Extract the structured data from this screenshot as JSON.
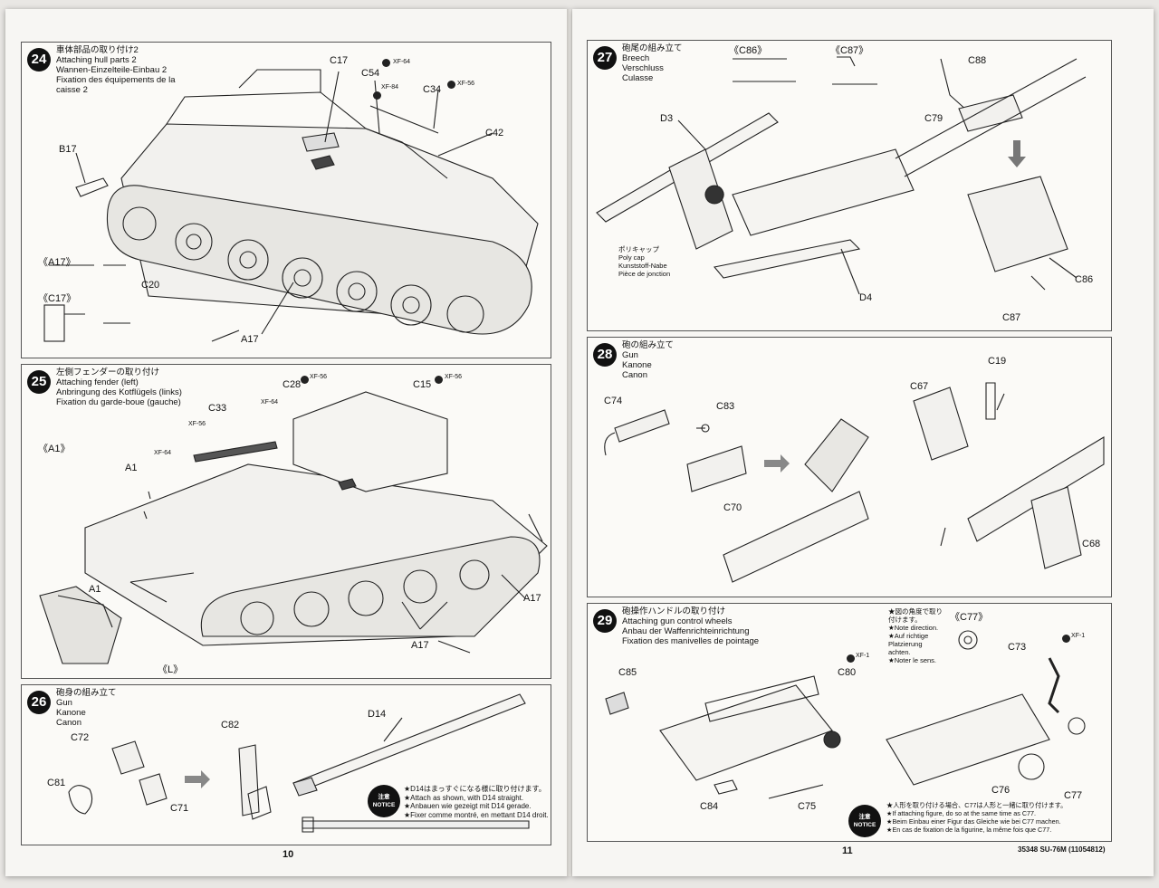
{
  "left_page": {
    "page_number": "10",
    "steps": [
      {
        "number": "24",
        "title_jp": "車体部品の取り付け2",
        "title_en": "Attaching hull parts 2",
        "title_de": "Wannen-Einzelteile-Einbau 2",
        "title_fr1": "Fixation des équipements de la",
        "title_fr2": "caisse 2",
        "labels": {
          "c17": "C17",
          "c54": "C54",
          "c34": "C34",
          "c42": "C42",
          "b17": "B17",
          "c20": "C20",
          "a17": "A17",
          "sub_a17": "《A17》",
          "sub_c17": "《C17》"
        },
        "paints": {
          "xf64": "XF-64",
          "xf84": "XF-84",
          "xf56": "XF-56"
        }
      },
      {
        "number": "25",
        "title_jp": "左側フェンダーの取り付け",
        "title_en": "Attaching fender (left)",
        "title_de": "Anbringung des Kotflügels (links)",
        "title_fr": "Fixation du garde-boue (gauche)",
        "labels": {
          "c28": "C28",
          "c15": "C15",
          "c33": "C33",
          "a1_top": "A1",
          "a1_left": "A1",
          "a17_right": "A17",
          "a17_bottom": "A17",
          "sub_a1": "《A1》",
          "l_mark": "《L》"
        },
        "paints": {
          "xf56a": "XF-56",
          "xf56b": "XF-56",
          "xf64a": "XF-64",
          "xf56c": "XF-56",
          "xf64b": "XF-64"
        }
      },
      {
        "number": "26",
        "title_jp": "砲身の組み立て",
        "title_en": "Gun",
        "title_de": "Kanone",
        "title_fr": "Canon",
        "labels": {
          "d14": "D14",
          "c72": "C72",
          "c82": "C82",
          "c81": "C81",
          "c71": "C71"
        },
        "notice": {
          "badge_jp": "注意",
          "badge_en": "NOTICE",
          "line_jp": "★D14はまっすぐになる様に取り付けます。",
          "line_en": "★Attach as shown, with D14 straight.",
          "line_de": "★Anbauen wie gezeigt mit D14 gerade.",
          "line_fr": "★Fixer comme montré, en mettant D14 droit."
        }
      }
    ]
  },
  "right_page": {
    "page_number": "11",
    "footer_code": "35348 SU-76M (11054812)",
    "steps": [
      {
        "number": "27",
        "title_jp": "砲尾の組み立て",
        "title_en": "Breech",
        "title_de": "Verschluss",
        "title_fr": "Culasse",
        "labels": {
          "c86_sub": "《C86》",
          "c87_sub": "《C87》",
          "c88": "C88",
          "c79": "C79",
          "d3": "D3",
          "d4": "D4",
          "c86": "C86",
          "c87": "C87"
        },
        "polycap": {
          "jp": "ポリキャップ",
          "en": "Poly cap",
          "de": "Kunststoff-Nabe",
          "fr": "Pièce de jonction"
        }
      },
      {
        "number": "28",
        "title_jp": "砲の組み立て",
        "title_en": "Gun",
        "title_de": "Kanone",
        "title_fr": "Canon",
        "labels": {
          "c74": "C74",
          "c83": "C83",
          "c70": "C70",
          "c67": "C67",
          "c19": "C19",
          "c68": "C68"
        }
      },
      {
        "number": "29",
        "title_jp": "砲操作ハンドルの取り付け",
        "title_en": "Attaching gun control wheels",
        "title_de": "Anbau der Waffenrichteinrichtung",
        "title_fr": "Fixation des manivelles de pointage",
        "labels": {
          "c85": "C85",
          "c80": "C80",
          "c84": "C84",
          "c75": "C75",
          "c77_sub": "《C77》",
          "c73": "C73",
          "c76": "C76",
          "c77": "C77"
        },
        "paints": {
          "xf1a": "XF-1",
          "xf1b": "XF-1"
        },
        "note_direction": {
          "jp1": "★図の角度で取り",
          "jp2": "付けます。",
          "en": "★Note direction.",
          "de1": "★Auf richtige",
          "de2": "Platzierung",
          "de3": "achten.",
          "fr": "★Noter le sens."
        },
        "notice": {
          "badge_jp": "注意",
          "badge_en": "NOTICE",
          "line_jp": "★人形を取り付ける場合、C77は人形と一緒に取り付けます。",
          "line_en": "★If attaching figure, do so at the same time as C77.",
          "line_de": "★Beim Einbau einer Figur das Gleiche wie bei C77 machen.",
          "line_fr": "★En cas de fixation de la figurine, la même fois que C77."
        }
      }
    ]
  },
  "colors": {
    "paper": "#f7f6f3",
    "ink": "#111111",
    "arrow_grey": "#777777"
  }
}
